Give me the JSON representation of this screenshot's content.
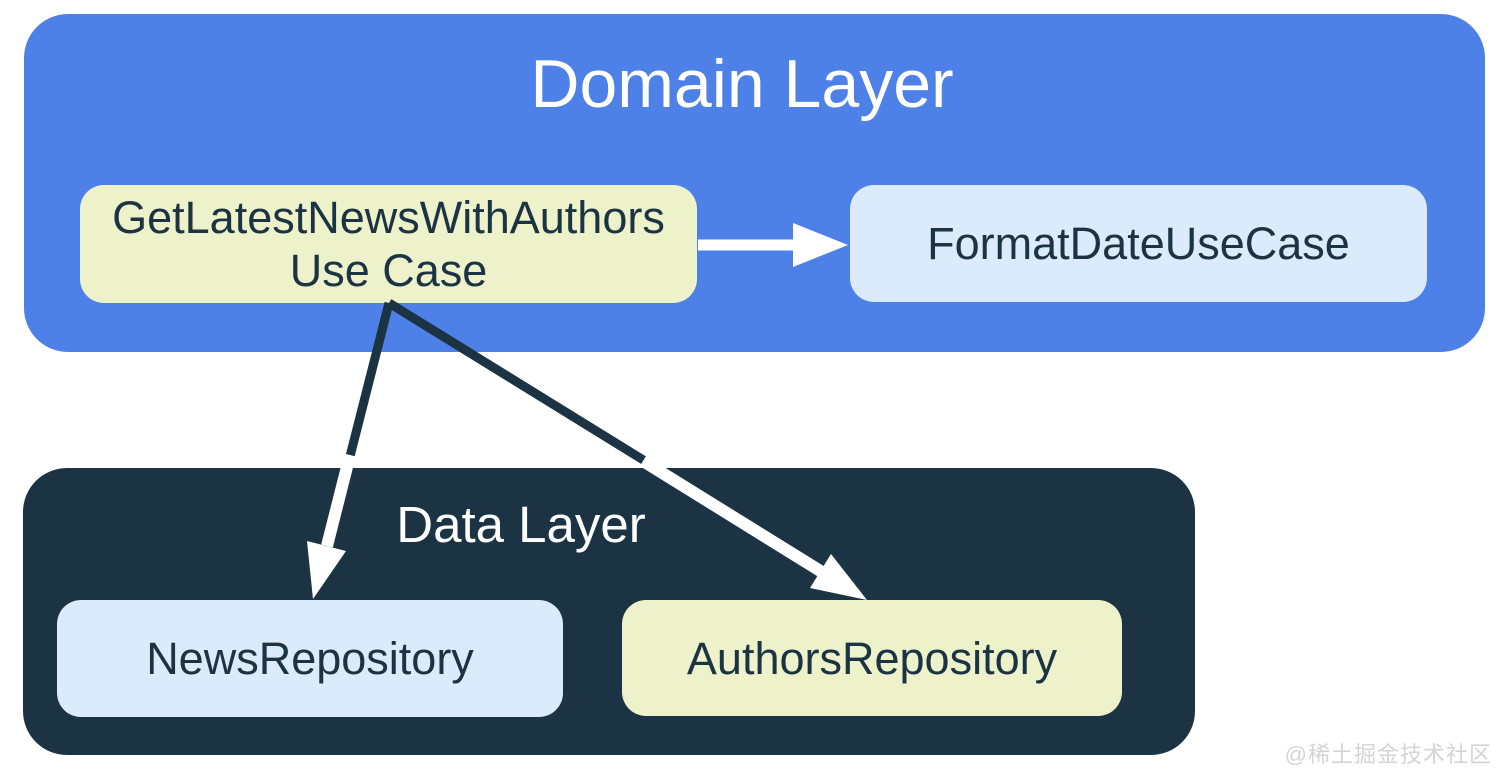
{
  "diagram": {
    "domain_layer": {
      "title": "Domain Layer",
      "nodes": {
        "get_latest_news_use_case": {
          "label": "GetLatestNewsWithAuthors\nUse Case",
          "color": "#edf2cb"
        },
        "format_date_use_case": {
          "label": "FormatDateUseCase",
          "color": "#dcebfb"
        }
      }
    },
    "data_layer": {
      "title": "Data Layer",
      "nodes": {
        "news_repository": {
          "label": "NewsRepository",
          "color": "#dcebfb"
        },
        "authors_repository": {
          "label": "AuthorsRepository",
          "color": "#edf2cb"
        }
      }
    },
    "edges": [
      {
        "from": "GetLatestNewsWithAuthors Use Case",
        "to": "FormatDateUseCase"
      },
      {
        "from": "GetLatestNewsWithAuthors Use Case",
        "to": "NewsRepository"
      },
      {
        "from": "GetLatestNewsWithAuthors Use Case",
        "to": "AuthorsRepository"
      }
    ],
    "colors": {
      "domain_layer_bg": "#4d81e8",
      "data_layer_bg": "#1c3343",
      "node_cream_bg": "#edf2cb",
      "node_blue_bg": "#dcebfb",
      "layer_title_text": "#ffffff",
      "node_text": "#1c3343",
      "arrow_on_light": "#1c3343",
      "arrow_on_dark": "#ffffff"
    },
    "watermark": "@稀土掘金技术社区"
  }
}
